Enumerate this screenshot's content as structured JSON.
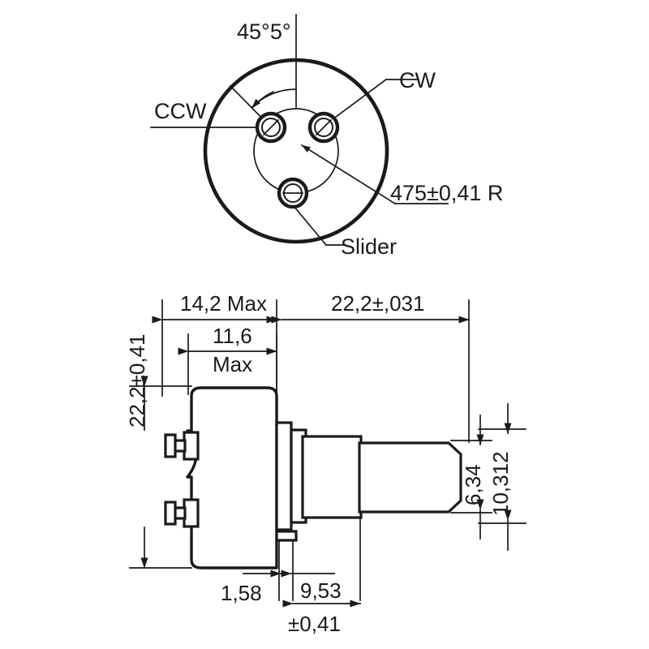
{
  "drawing": {
    "title": "Potentiometer mechanical outline drawing",
    "units_note": "",
    "line_color": "#1a1a1a",
    "background_color": "#ffffff"
  },
  "top_view": {
    "name": "front face terminal layout",
    "angle_label": "45°5°",
    "terminal_ccw_label": "CCW",
    "terminal_cw_label": "CW",
    "terminal_slider_label": "Slider",
    "bolt_circle_label": "475±0,41 R"
  },
  "side_view": {
    "dim_overall_body_width": "14,2 Max",
    "dim_body_width_inner": "11,6",
    "dim_body_width_inner_suffix": "Max",
    "dim_shaft_length": "22,2±,031",
    "dim_body_height": "22,2±0,41",
    "dim_shaft_dia": "6,34",
    "dim_bushing_dia": "10,312",
    "dim_flange_thickness": "1,58",
    "dim_bushing_length": "9,53",
    "dim_bushing_length_tol": "±0,41"
  }
}
